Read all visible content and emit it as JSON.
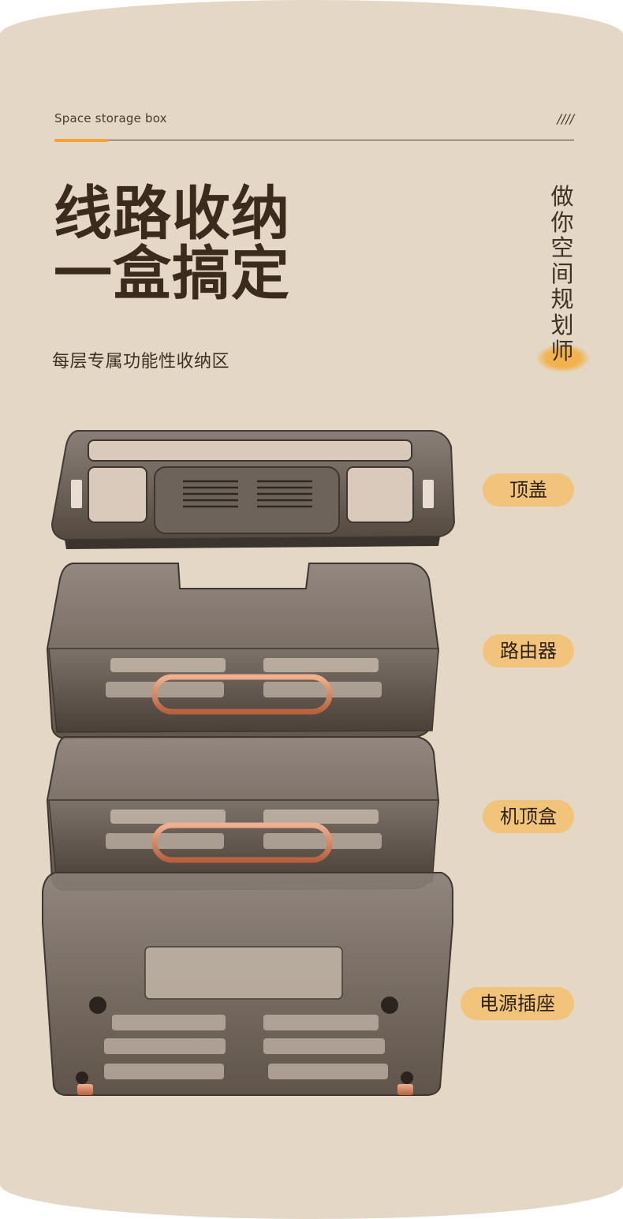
{
  "header": {
    "brand": "Space storage box",
    "slashes": "////"
  },
  "headline": {
    "line1": "线路收纳",
    "line2": "一盒搞定"
  },
  "subtitle": "每层专属功能性收纳区",
  "vertical_tagline": [
    "做",
    "你",
    "空",
    "间",
    "规",
    "划",
    "师"
  ],
  "layers": {
    "top": "顶盖",
    "router": "路由器",
    "settop": "机顶盒",
    "power": "电源插座"
  },
  "colors": {
    "background": "#e4d7c5",
    "accent": "#f2a33b",
    "label_bg": "#f2c47b",
    "headline": "#3a2b1c",
    "box_smoke": "#5c524b",
    "handle_copper": "#d8896a"
  }
}
